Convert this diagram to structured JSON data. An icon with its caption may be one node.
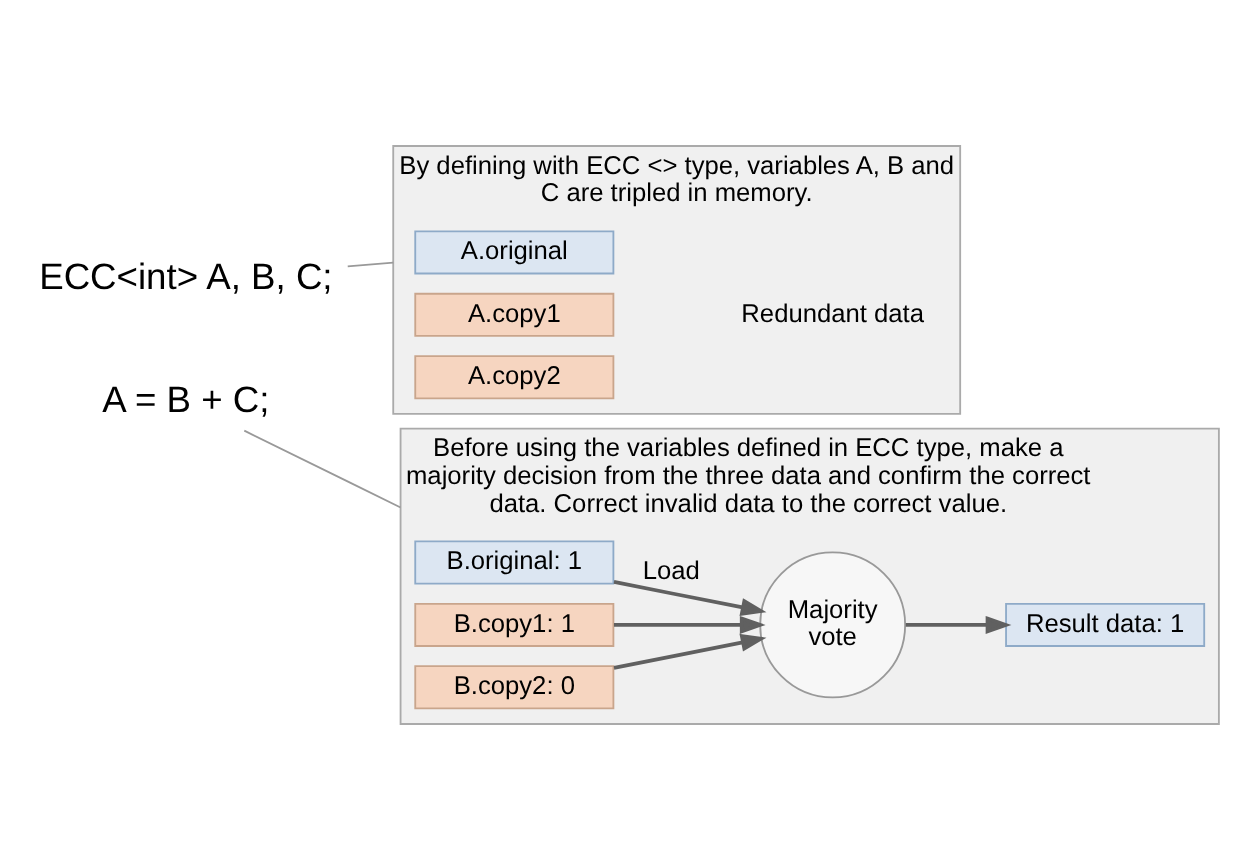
{
  "diagram": {
    "nodes": [
      {
        "text": [
          "ECC<int> A, B, C;"
        ]
      },
      {
        "text": [
          "By defining with ECC <> type, variables A, B and C are tripled in memory."
        ]
      },
      {
        "text": [
          "A.original"
        ],
        "in": 1
      },
      {
        "text": [
          "A.copy1"
        ],
        "in": 1
      },
      {
        "text": [
          "A.copy2"
        ],
        "in": 1
      },
      {
        "text": [
          "A = B + C;"
        ]
      },
      {
        "text": [
          "Before using the variables defined in ECC type, make a majority decision from the three data and confirm the correct data. Correct invalid data to the correct value."
        ]
      },
      {
        "text": [
          "B.original: 1"
        ],
        "in": 6
      },
      {
        "text": [
          "B.copy1: 1"
        ],
        "in": 6
      },
      {
        "text": [
          "B.copy2: 0"
        ],
        "in": 6
      },
      {
        "text": [
          "Majority vote"
        ],
        "in": 6
      },
      {
        "text": [
          "Result data: 1"
        ],
        "in": 6
      }
    ],
    "edges": [
      {
        "from": 0,
        "to": 1,
        "arrow": "none"
      },
      {
        "from": 5,
        "to": 6,
        "arrow": "none"
      },
      {
        "from": 7,
        "to": 10,
        "arrow": "to",
        "label": "Load"
      },
      {
        "from": 8,
        "to": 10,
        "arrow": "to"
      },
      {
        "from": 9,
        "to": 10,
        "arrow": "to"
      },
      {
        "from": 10,
        "to": 11,
        "arrow": "to"
      }
    ],
    "labels": [
      "Redundant data"
    ]
  }
}
